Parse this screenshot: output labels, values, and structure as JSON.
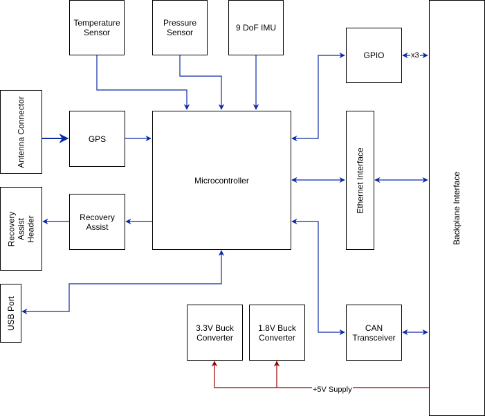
{
  "blocks": {
    "temperature_sensor": "Temperature\nSensor",
    "pressure_sensor": "Pressure\nSensor",
    "imu": "9 DoF IMU",
    "gpio": "GPIO",
    "antenna_connector": "Antenna Connector",
    "gps": "GPS",
    "microcontroller": "Microcontroller",
    "ethernet_interface": "Ethernet Interface",
    "backplane_interface": "Backplane Interface",
    "recovery_assist_header": "Recovery Assist\nHeader",
    "recovery_assist": "Recovery\nAssist",
    "usb_port": "USB Port",
    "buck_3v3": "3.3V Buck\nConverter",
    "buck_1v8": "1.8V Buck\nConverter",
    "can_transceiver": "CAN\nTransceiver"
  },
  "labels": {
    "gpio_multiplicity": "x3",
    "supply": "+5V Supply"
  },
  "colors": {
    "signal": "#0a2aa6",
    "power": "#990000",
    "border": "#000000"
  }
}
